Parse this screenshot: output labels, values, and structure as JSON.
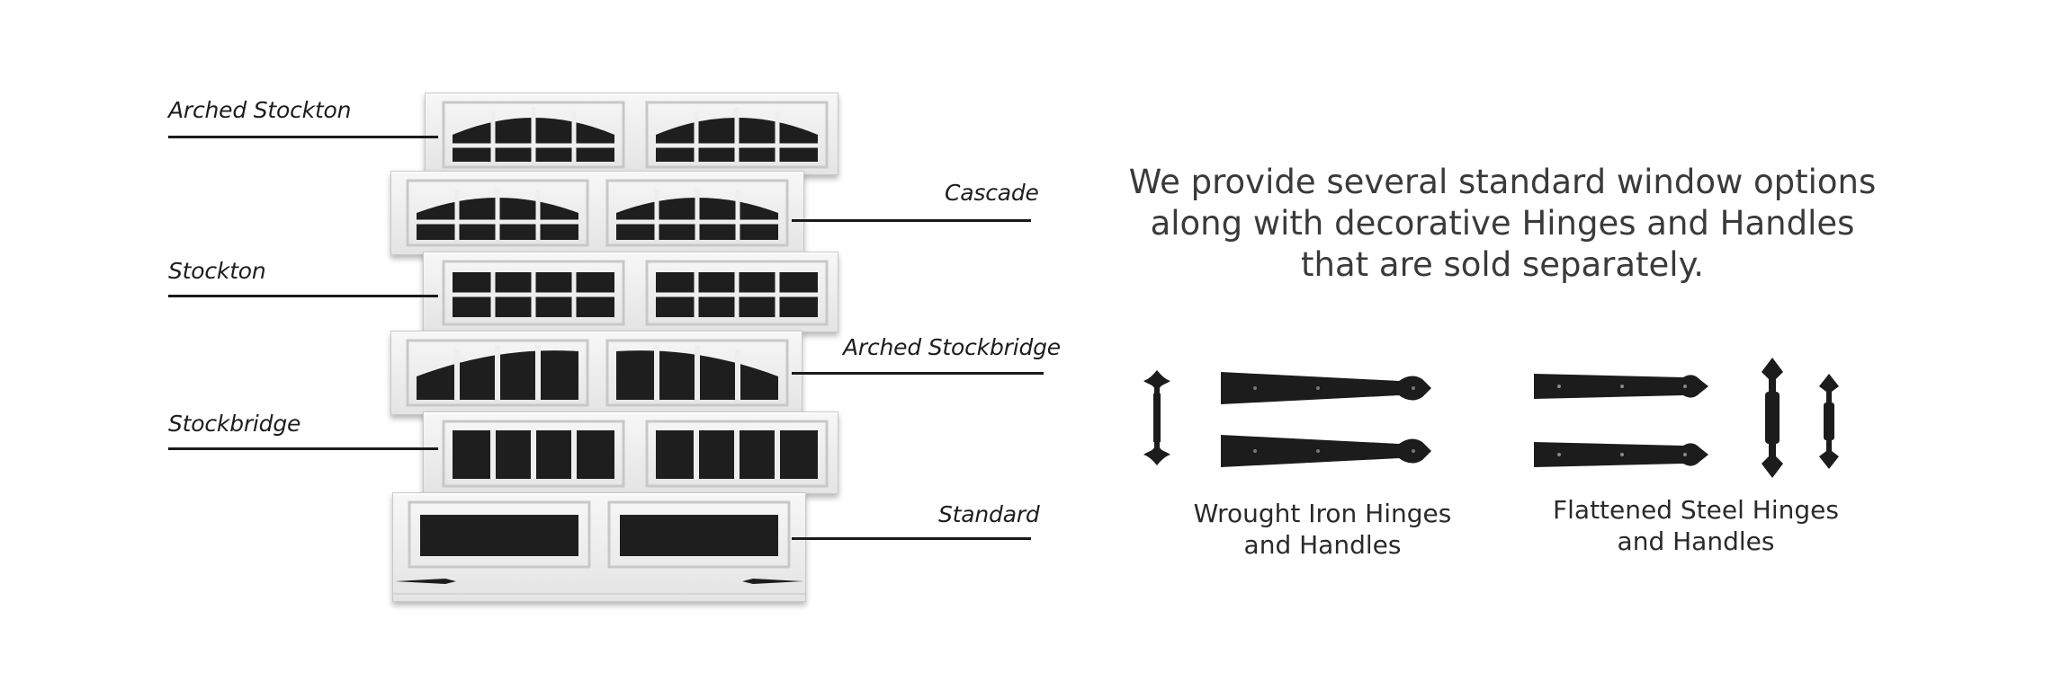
{
  "window_labels": {
    "arched_stockton": "Arched Stockton",
    "cascade": "Cascade",
    "stockton": "Stockton",
    "arched_stockbridge": "Arched Stockbridge",
    "stockbridge": "Stockbridge",
    "standard": "Standard"
  },
  "intro": {
    "line1": "We provide several standard window options",
    "line2": "along with decorative Hinges and Handles",
    "line3": "that are sold separately."
  },
  "hardware": {
    "wrought_iron": {
      "line1": "Wrought Iron Hinges",
      "line2": "and Handles"
    },
    "flattened_steel": {
      "line1": "Flattened Steel Hinges",
      "line2": "and Handles"
    }
  },
  "colors": {
    "panel_face": "#eeeeee",
    "glass": "#1e1e1e",
    "iron": "#1c1c1c",
    "label_rule": "#1a1a1a"
  }
}
